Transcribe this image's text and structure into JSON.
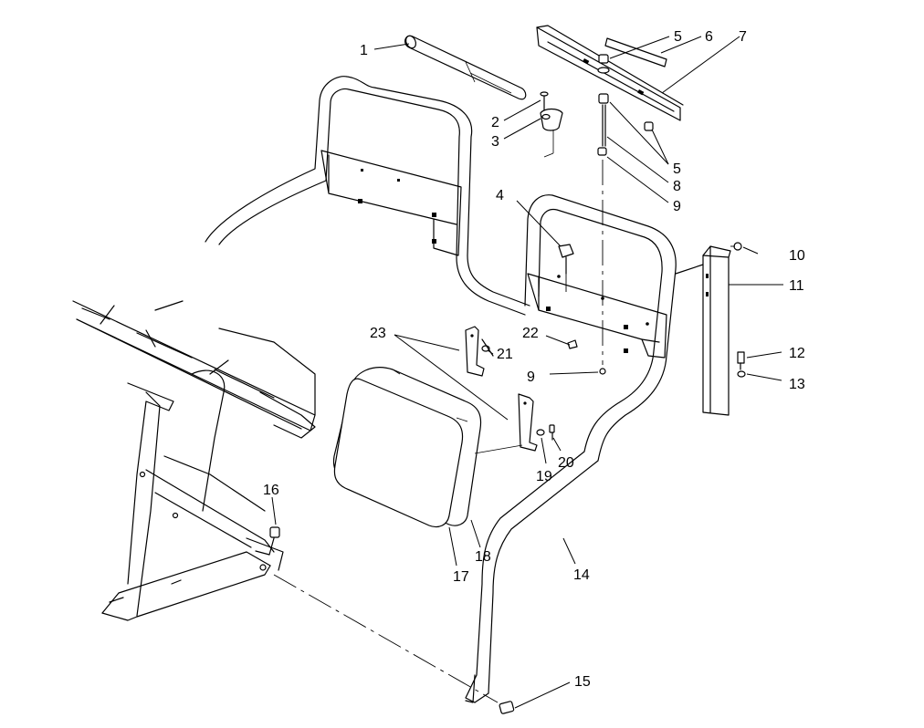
{
  "callouts": [
    {
      "id": "c1",
      "label": "1"
    },
    {
      "id": "c2",
      "label": "2"
    },
    {
      "id": "c3",
      "label": "3"
    },
    {
      "id": "c4",
      "label": "4"
    },
    {
      "id": "c5a",
      "label": "5"
    },
    {
      "id": "c5b",
      "label": "5"
    },
    {
      "id": "c6",
      "label": "6"
    },
    {
      "id": "c7",
      "label": "7"
    },
    {
      "id": "c8",
      "label": "8"
    },
    {
      "id": "c9a",
      "label": "9"
    },
    {
      "id": "c9b",
      "label": "9"
    },
    {
      "id": "c10",
      "label": "10"
    },
    {
      "id": "c11",
      "label": "11"
    },
    {
      "id": "c12",
      "label": "12"
    },
    {
      "id": "c13",
      "label": "13"
    },
    {
      "id": "c14",
      "label": "14"
    },
    {
      "id": "c15",
      "label": "15"
    },
    {
      "id": "c16",
      "label": "16"
    },
    {
      "id": "c17",
      "label": "17"
    },
    {
      "id": "c18",
      "label": "18"
    },
    {
      "id": "c19",
      "label": "19"
    },
    {
      "id": "c20",
      "label": "20"
    },
    {
      "id": "c21",
      "label": "21"
    },
    {
      "id": "c22",
      "label": "22"
    },
    {
      "id": "c23",
      "label": "23"
    }
  ]
}
